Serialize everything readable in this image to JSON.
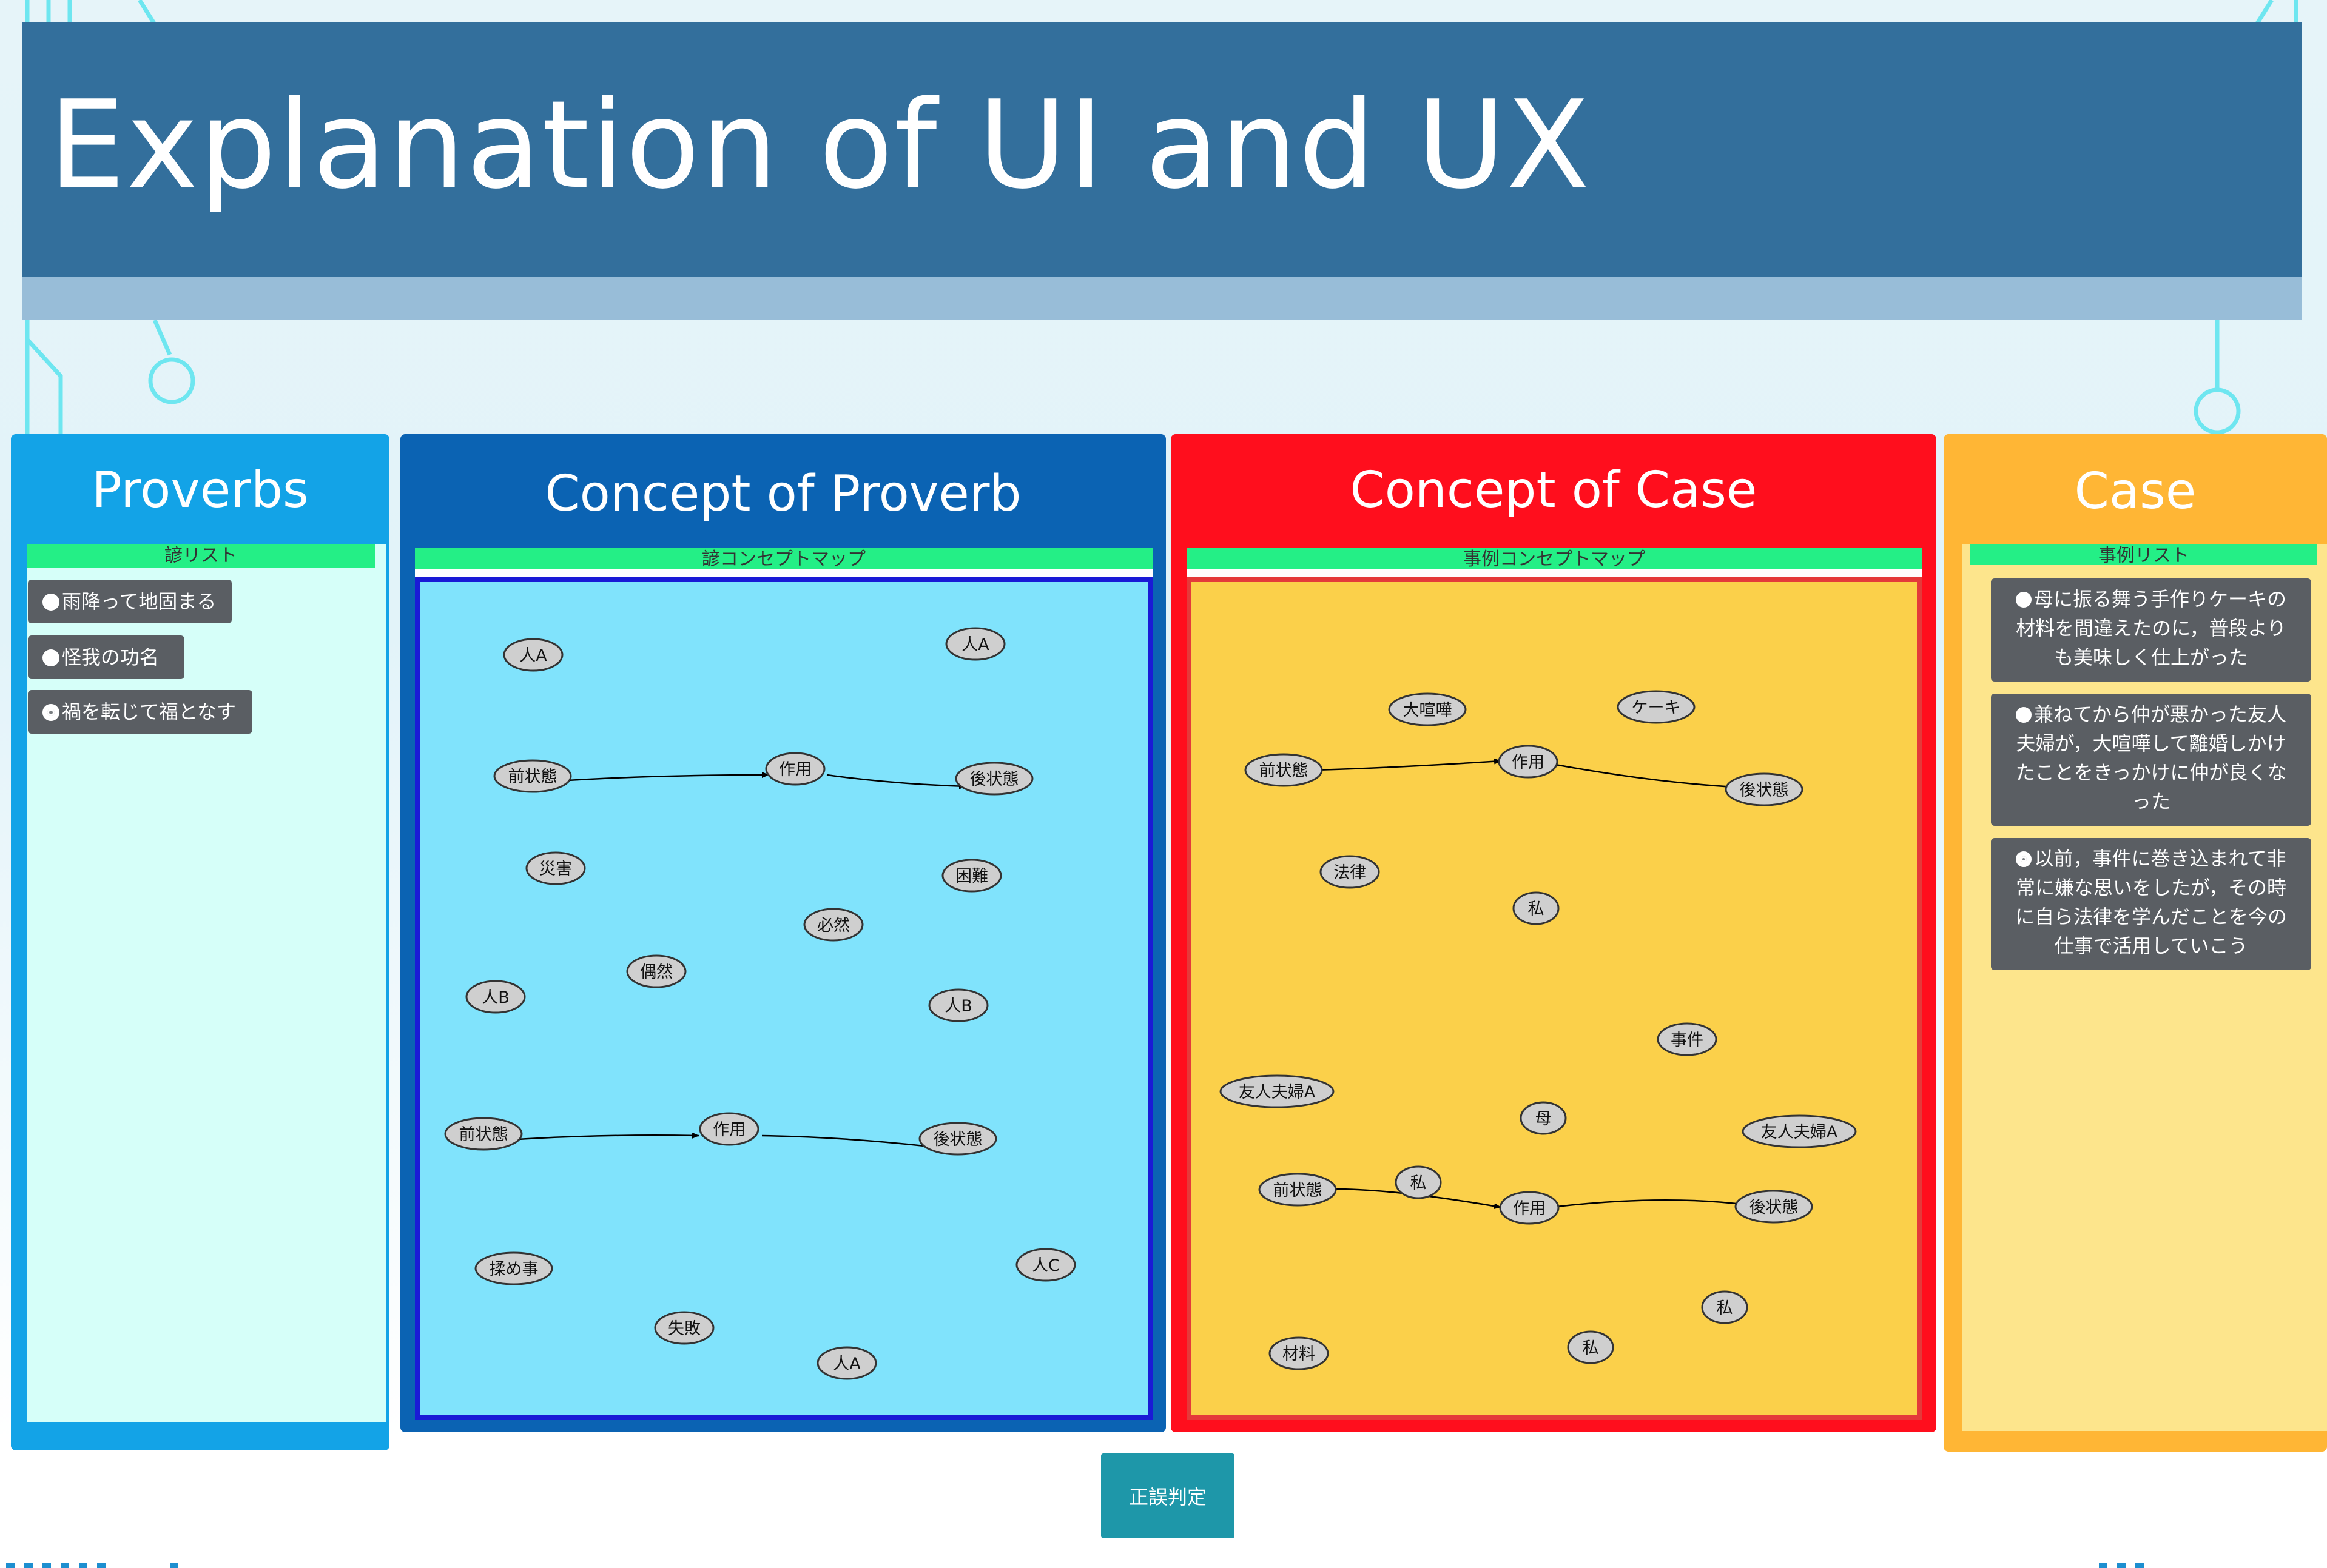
{
  "slide": {
    "title": "Explanation of UI and UX"
  },
  "colors": {
    "title_bar": "#336f9c",
    "proverbs_panel": "#13a3e7",
    "concept_proverb_panel": "#0b63b3",
    "concept_case_panel": "#ff0e1d",
    "case_panel": "#ffb635",
    "subheader": "#24ef86",
    "list_button": "#5a5e63",
    "proverb_map_bg": "#80e3fc",
    "case_map_bg": "#fbd04a",
    "judge_button": "#1e97a9"
  },
  "panels": {
    "proverbs": {
      "title": "Proverbs",
      "subheader": "諺リスト",
      "items": [
        {
          "label": "雨降って地固まる",
          "selected": false
        },
        {
          "label": "怪我の功名",
          "selected": false
        },
        {
          "label": "禍を転じて福となす",
          "selected": true
        }
      ]
    },
    "concept_proverb": {
      "title": "Concept of Proverb",
      "subheader": "諺コンセプトマップ"
    },
    "concept_case": {
      "title": "Concept of Case",
      "subheader": "事例コンセプトマップ"
    },
    "case": {
      "title": "Case",
      "subheader": "事例リスト",
      "items": [
        {
          "text": "母に振る舞う手作りケーキの材料を間違えたのに，普段よりも美味しく仕上がった",
          "selected": false
        },
        {
          "text": "兼ねてから仲が悪かった友人夫婦が，大喧嘩して離婚しかけたことをきっかけに仲が良くなった",
          "selected": false
        },
        {
          "text": "以前，事件に巻き込まれて非常に嫌な思いをしたが，その時に自ら法律を学んだことを今の仕事で活用していこう",
          "selected": true
        }
      ]
    }
  },
  "proverb_map": {
    "nodes": [
      "人A",
      "人A",
      "前状態",
      "作用",
      "後状態",
      "災害",
      "困難",
      "必然",
      "偶然",
      "人B",
      "人B",
      "前状態",
      "作用",
      "後状態",
      "揉め事",
      "人C",
      "失敗",
      "人A"
    ]
  },
  "case_map": {
    "nodes": [
      "大喧嘩",
      "ケーキ",
      "前状態",
      "作用",
      "後状態",
      "法律",
      "私",
      "事件",
      "友人夫婦A",
      "母",
      "友人夫婦A",
      "私",
      "前状態",
      "作用",
      "後状態",
      "私",
      "材料",
      "私"
    ]
  },
  "judge_button": {
    "label": "正誤判定"
  }
}
